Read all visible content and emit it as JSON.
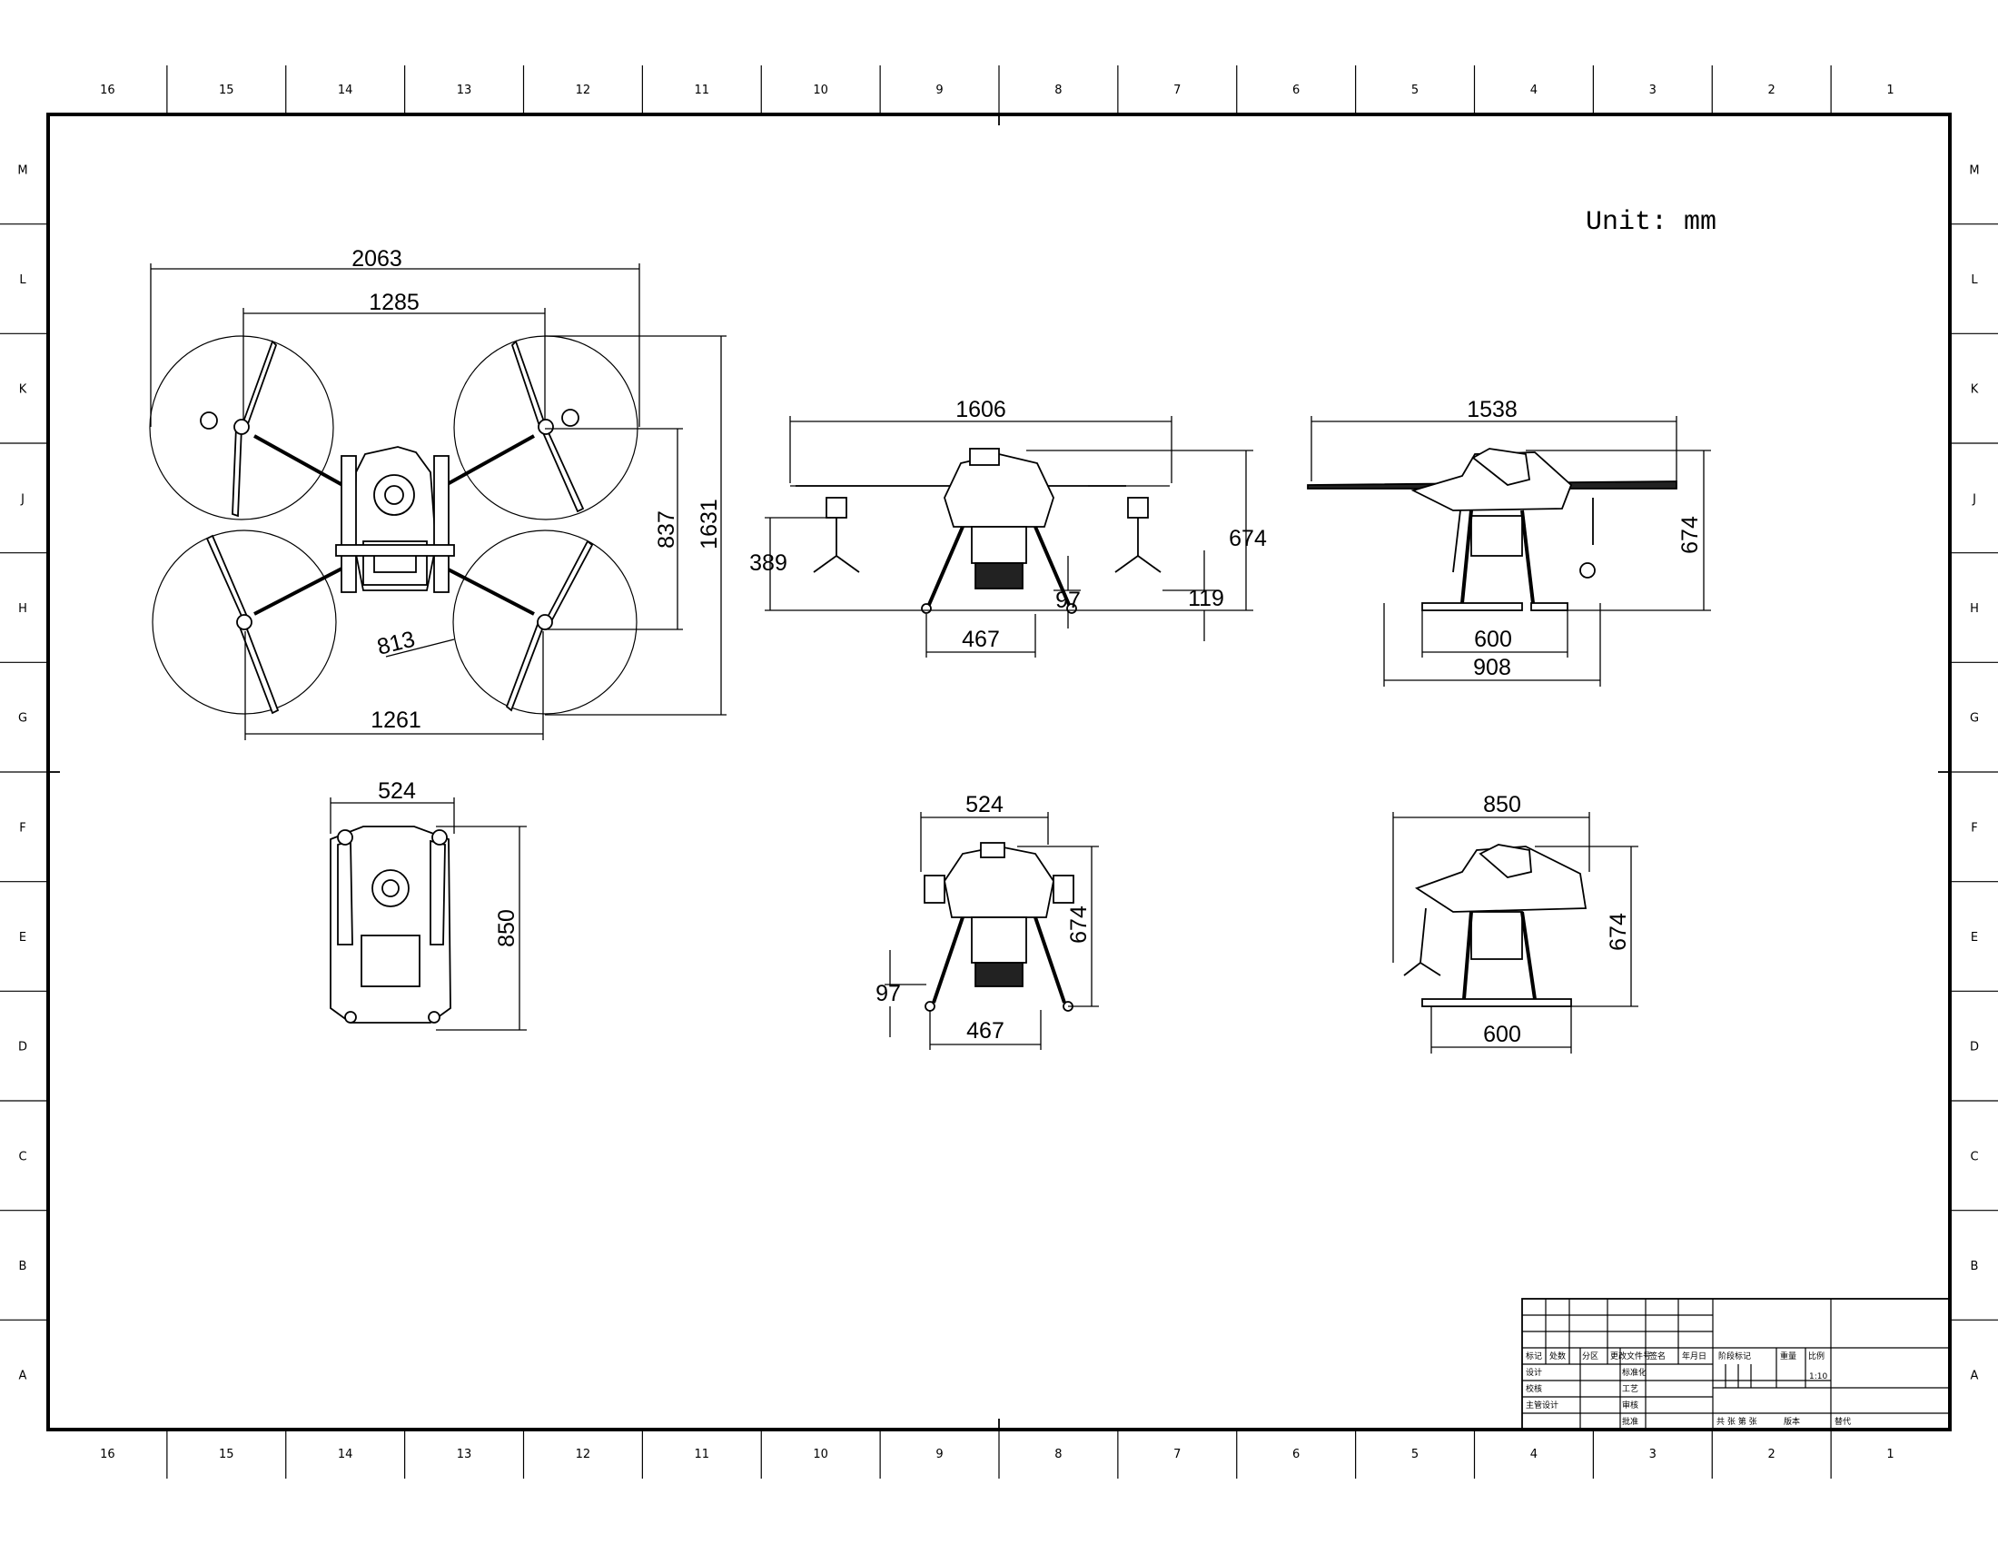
{
  "sheet": {
    "unit_note": "Unit: mm",
    "col_labels": [
      "16",
      "15",
      "14",
      "13",
      "12",
      "11",
      "10",
      "9",
      "8",
      "7",
      "6",
      "5",
      "4",
      "3",
      "2",
      "1"
    ],
    "row_labels": [
      "M",
      "L",
      "K",
      "J",
      "H",
      "G",
      "F",
      "E",
      "D",
      "C",
      "B",
      "A"
    ]
  },
  "dimensions": {
    "top_view": {
      "overall_span": "2063",
      "motor_span": "1285",
      "motor_span_rear": "1261",
      "motor_depth": "837",
      "overall_depth": "1631",
      "propeller_radius": "813"
    },
    "front_view": {
      "width": "1606",
      "height": "674",
      "arm_height": "389",
      "ground_clear": "97",
      "nozzle_height": "119",
      "leg_span": "467"
    },
    "side_view": {
      "width": "1538",
      "height": "674",
      "skid_inner": "600",
      "skid_outer": "908"
    },
    "folded_top_view": {
      "width": "524",
      "depth": "850"
    },
    "folded_front_view": {
      "width": "524",
      "height": "674",
      "ground_clear": "97",
      "leg_span": "467"
    },
    "folded_side_view": {
      "width": "850",
      "height": "674",
      "skid_inner": "600"
    }
  },
  "title_block": {
    "labels": [
      "标记",
      "处数",
      "分区",
      "更改文件号",
      "签名",
      "年月日",
      "设计",
      "标准化",
      "阶段标记",
      "重量",
      "比例",
      "校核",
      "工艺",
      "主管设计",
      "审核",
      "批准",
      "共 张 第 张",
      "版本",
      "替代"
    ],
    "scale": "1:10"
  }
}
